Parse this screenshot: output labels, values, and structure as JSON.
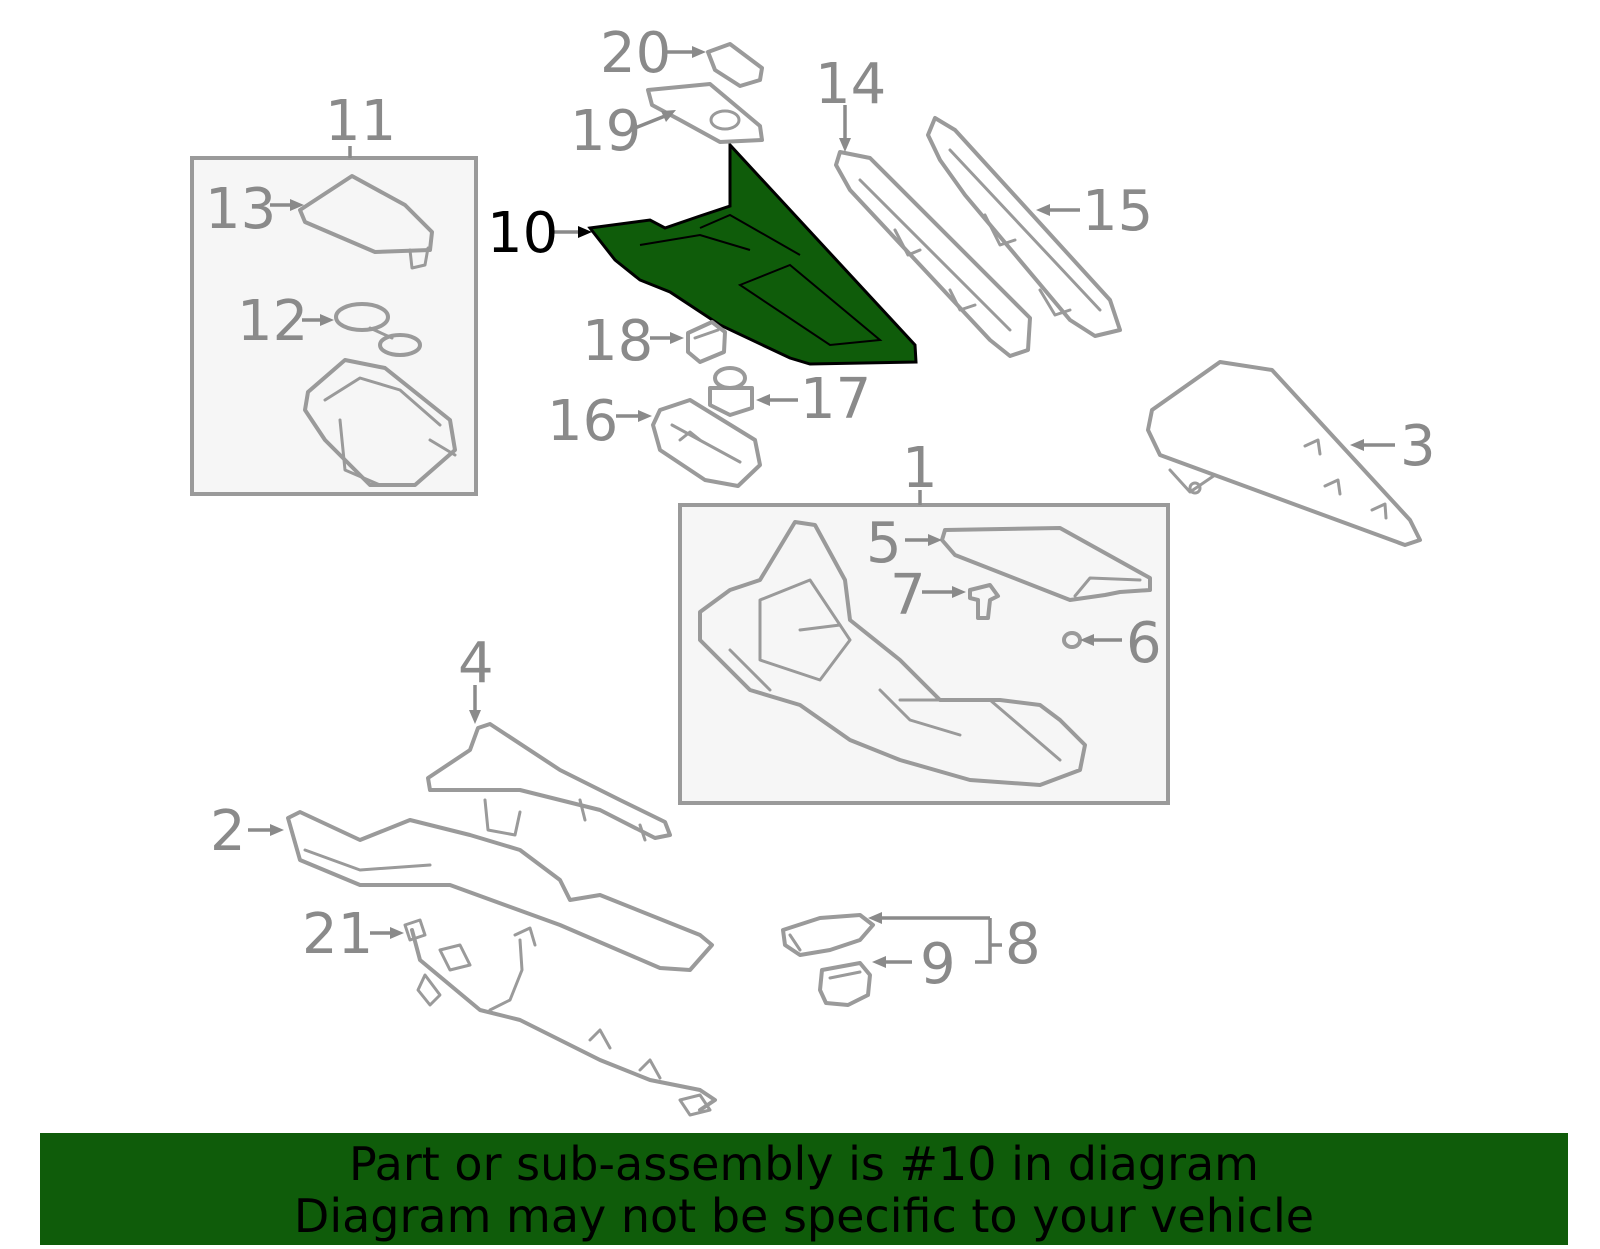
{
  "callouts": {
    "c1": "1",
    "c2": "2",
    "c3": "3",
    "c4": "4",
    "c5": "5",
    "c6": "6",
    "c7": "7",
    "c8": "8",
    "c9": "9",
    "c10": "10",
    "c11": "11",
    "c12": "12",
    "c13": "13",
    "c14": "14",
    "c15": "15",
    "c16": "16",
    "c17": "17",
    "c18": "18",
    "c19": "19",
    "c20": "20",
    "c21": "21"
  },
  "highlighted_part": "10",
  "colors": {
    "highlight": "#0f5c0a",
    "line": "#9a9a9a",
    "text": "#8a8a8a"
  },
  "banner": {
    "line1": "Part or sub-assembly is #10 in diagram",
    "line2": "Diagram may not be specific to your vehicle"
  }
}
